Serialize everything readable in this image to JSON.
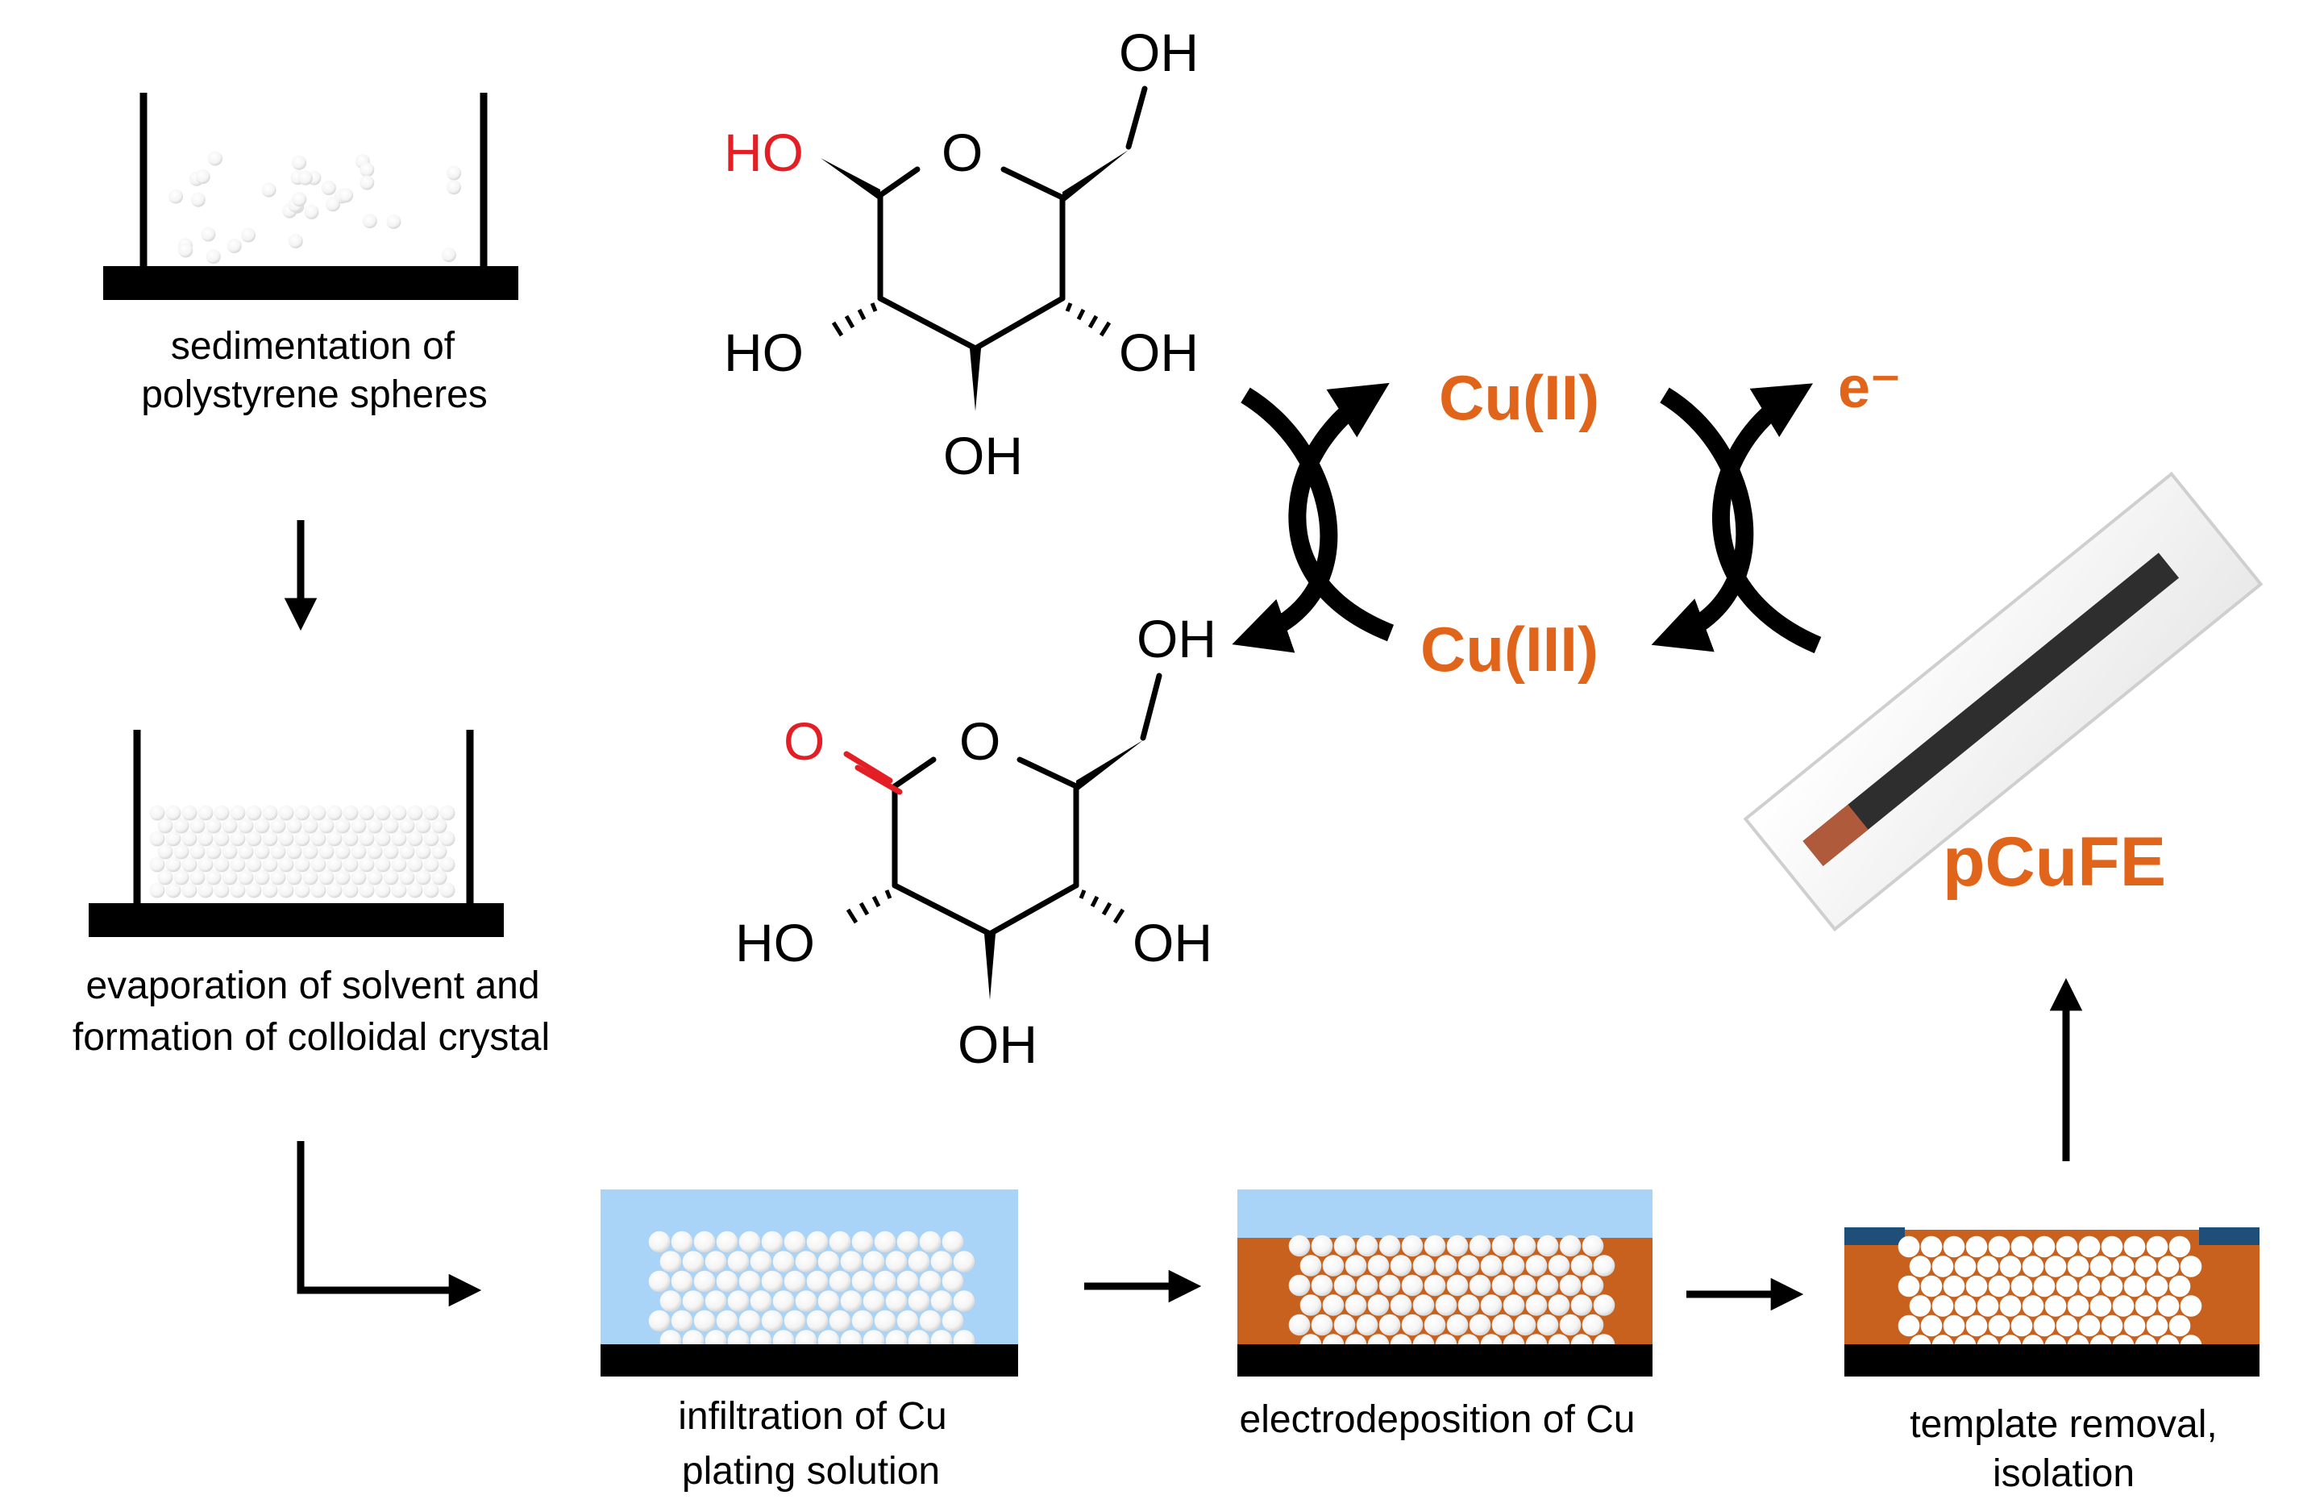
{
  "colors": {
    "copper_orange": "#c8601e",
    "label_orange": "#e0641a",
    "solution_blue": "#a9d3f7",
    "highlight_red": "#e31e24",
    "electrode_body": "#2e2e2e",
    "copper_tip": "#b05a3c"
  },
  "steps": {
    "sedimentation": [
      "sedimentation of",
      "polystyrene spheres"
    ],
    "evaporation": [
      "evaporation of solvent and",
      "formation of colloidal crystal"
    ],
    "infiltration": [
      "infiltration of Cu",
      "plating solution"
    ],
    "electrodeposition": [
      "electrodeposition of Cu"
    ],
    "template_removal": [
      "template removal,",
      "isolation"
    ]
  },
  "molecules": {
    "glucose": {
      "OH_top": "OH",
      "HO_anomeric": "HO",
      "O_ring": "O",
      "HO_left": "HO",
      "OH_right": "OH",
      "OH_bottom": "OH"
    },
    "gluconolactone": {
      "OH_top": "OH",
      "O_carbonyl": "O",
      "O_ring": "O",
      "HO_left": "HO",
      "OH_right": "OH",
      "OH_bottom": "OH"
    }
  },
  "redox": {
    "cu2": "Cu(II)",
    "cu3": "Cu(III)",
    "electron": "e⁻"
  },
  "product_label": "pCuFE"
}
